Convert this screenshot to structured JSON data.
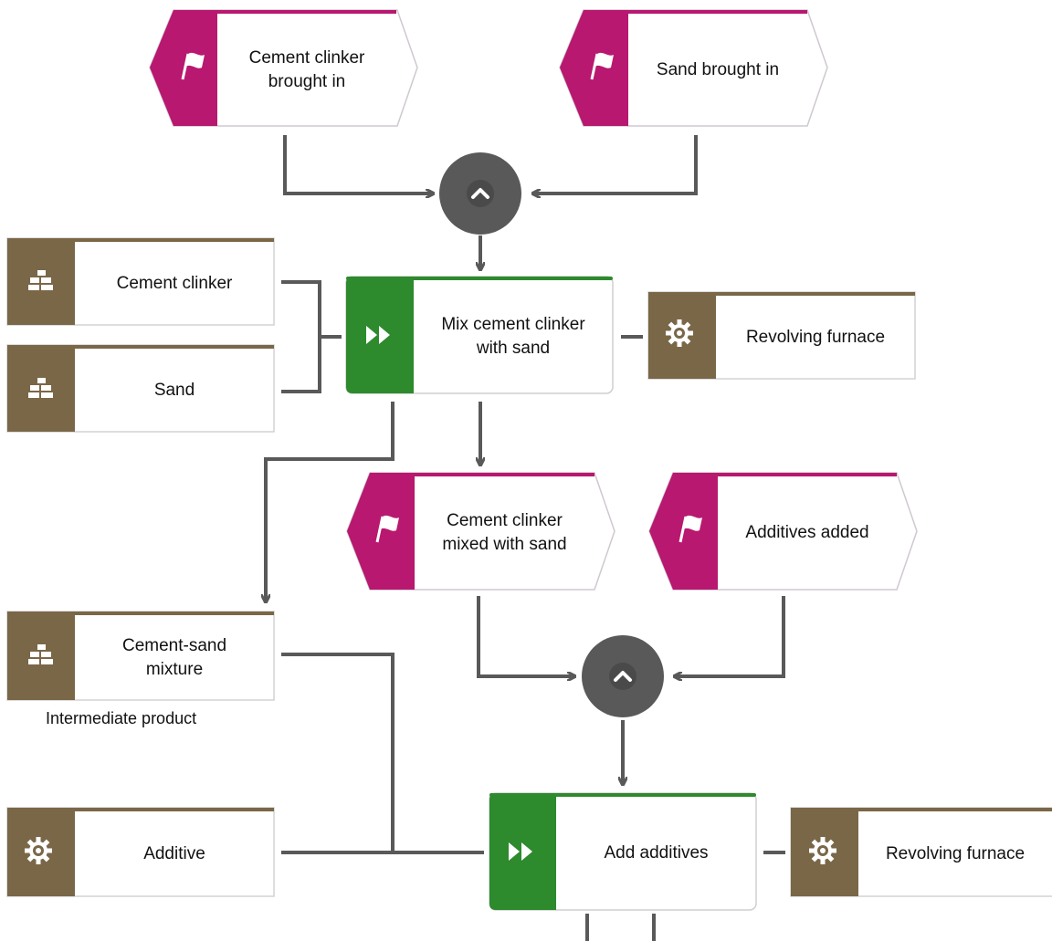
{
  "colors": {
    "event": "#b8186f",
    "function": "#2d8a2d",
    "object": "#7a6748",
    "connector": "#595959",
    "line": "#595959"
  },
  "events": {
    "cement_clinker_brought_in": "Cement clinker\nbrought in",
    "sand_brought_in": "Sand brought in",
    "cement_clinker_mixed_with_sand": "Cement clinker\nmixed with sand",
    "additives_added": "Additives added"
  },
  "functions": {
    "mix": "Mix cement clinker\nwith sand",
    "add_additives": "Add additives"
  },
  "objects": {
    "cement_clinker": "Cement clinker",
    "sand": "Sand",
    "cement_sand_mixture": "Cement-sand\nmixture",
    "cement_sand_mixture_caption": "Intermediate product",
    "additive": "Additive",
    "revolving_furnace_1": "Revolving furnace",
    "revolving_furnace_2": "Revolving furnace"
  },
  "connectors": {
    "and_1": "AND",
    "and_2": "AND"
  },
  "icons": {
    "event": "flag-icon",
    "function": "fast-forward-icon",
    "material": "bricks-icon",
    "equipment": "gear-icon",
    "and": "chevron-up-icon"
  }
}
